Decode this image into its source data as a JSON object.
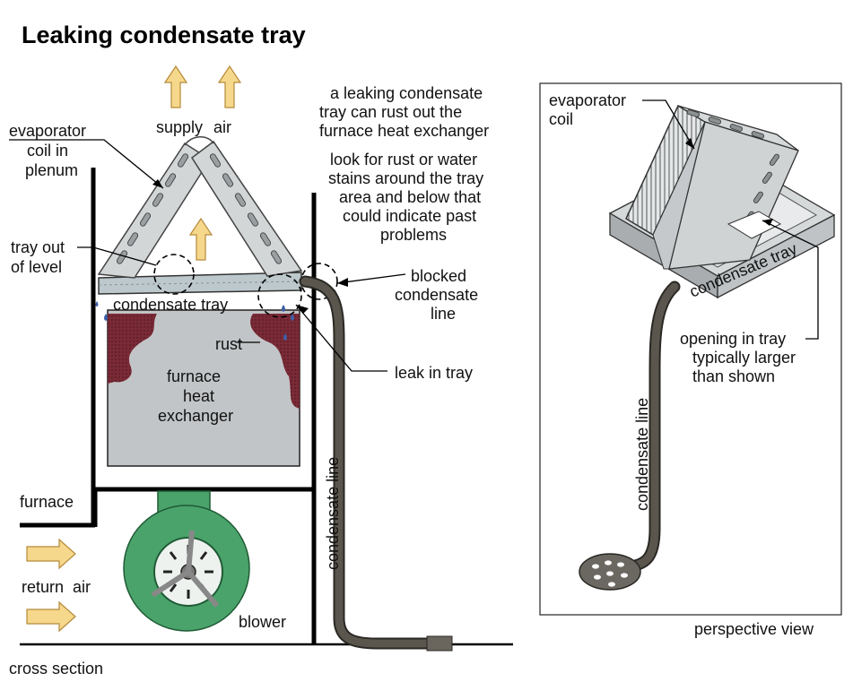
{
  "title": "Leaking condensate tray",
  "colors": {
    "metal": "#c9cdcf",
    "metal_dark": "#8f9496",
    "rust": "#7a2a36",
    "blower": "#4aa36a",
    "hose": "#4d4a42",
    "arrow": "#f6d88c",
    "water": "#3f5fa8"
  },
  "cross_section": {
    "label": "cross section",
    "supply_air": [
      "supply",
      "air"
    ],
    "evaporator_coil": [
      "evaporator",
      "coil in",
      "plenum"
    ],
    "tray_out_of_level": [
      "tray out",
      "of level"
    ],
    "condensate_tray": "condensate tray",
    "rust": "rust",
    "heat_exchanger": [
      "furnace",
      "heat",
      "exchanger"
    ],
    "furnace": "furnace",
    "return_air": [
      "return",
      "air"
    ],
    "blower": "blower",
    "condensate_line": "condensate line",
    "blocked_line": [
      "blocked",
      "condensate",
      "line"
    ],
    "leak_in_tray": "leak in tray"
  },
  "notes": {
    "note1": [
      "a leaking condensate",
      "tray  can rust out the",
      "furnace heat exchanger"
    ],
    "note2": [
      "look for rust or water",
      "stains around the tray",
      "area and below that",
      "could indicate past",
      "problems"
    ]
  },
  "perspective": {
    "label": "perspective view",
    "evaporator_coil": [
      "evaporator",
      "coil"
    ],
    "condensate_tray": "condensate tray",
    "opening": [
      "opening in tray",
      "typically larger",
      "than shown"
    ],
    "condensate_line": "condensate line"
  }
}
